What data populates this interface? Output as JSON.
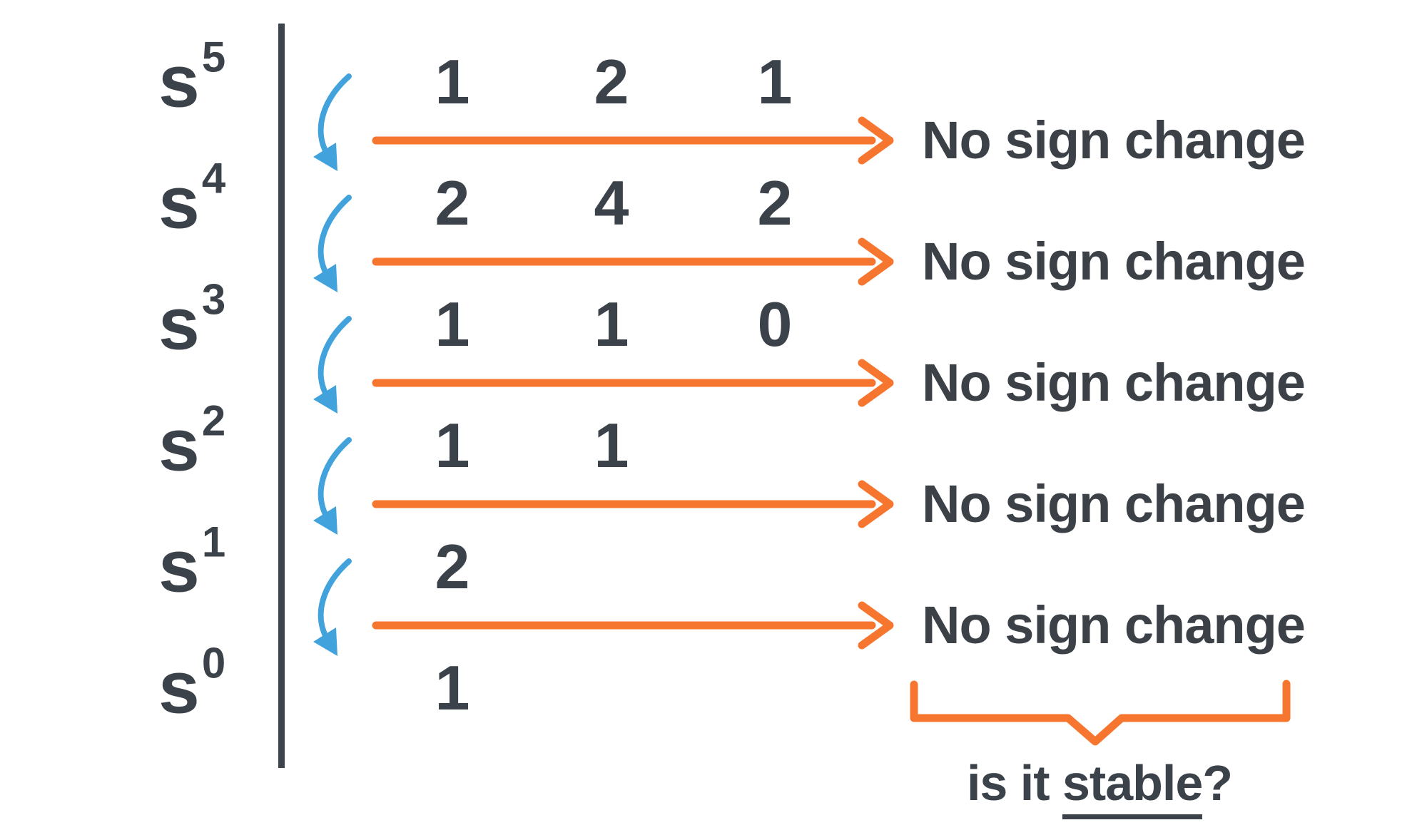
{
  "table": {
    "rows": [
      {
        "base": "s",
        "exp": "5",
        "values": [
          "1",
          "2",
          "1"
        ]
      },
      {
        "base": "s",
        "exp": "4",
        "values": [
          "2",
          "4",
          "2"
        ]
      },
      {
        "base": "s",
        "exp": "3",
        "values": [
          "1",
          "1",
          "0"
        ]
      },
      {
        "base": "s",
        "exp": "2",
        "values": [
          "1",
          "1"
        ]
      },
      {
        "base": "s",
        "exp": "1",
        "values": [
          "2"
        ]
      },
      {
        "base": "s",
        "exp": "0",
        "values": [
          "1"
        ]
      }
    ]
  },
  "annotations": {
    "no_sign_change": [
      "No sign change",
      "No sign change",
      "No sign change",
      "No sign change",
      "No sign change"
    ],
    "question": {
      "prefix": "is it ",
      "underlined": "stable",
      "suffix": "?"
    }
  },
  "colors": {
    "orange": "#f7762f",
    "blue": "#42a2dc",
    "dark_text": "#3c424a",
    "divider": "#3e444b",
    "background": "#ffffff"
  }
}
